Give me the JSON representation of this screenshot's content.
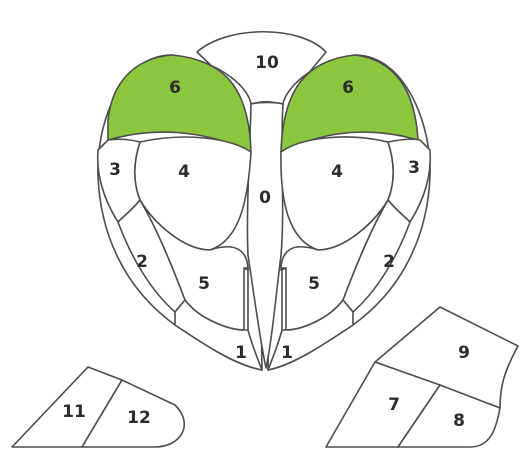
{
  "colors": {
    "highlight": "#8cc63f",
    "outline": "#4d4d4d",
    "label": "#2b2b2b",
    "background": "#ffffff"
  },
  "highlighted_zones": [
    "6"
  ],
  "zones": {
    "z10": "10",
    "z6_left": "6",
    "z6_right": "6",
    "z3_left": "3",
    "z3_right": "3",
    "z4_left": "4",
    "z4_right": "4",
    "z0": "0",
    "z2_left": "2",
    "z2_right": "2",
    "z5_left": "5",
    "z5_right": "5",
    "z1_left": "1",
    "z1_right": "1",
    "z11": "11",
    "z12": "12",
    "z9": "9",
    "z7": "7",
    "z8": "8"
  }
}
